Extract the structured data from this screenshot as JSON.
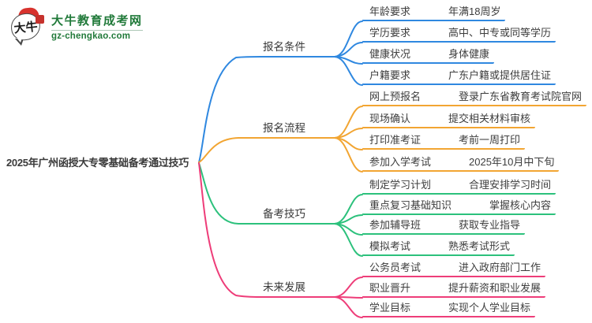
{
  "logo": {
    "icon_text": "大牛",
    "title": "大牛教育成考网",
    "domain": "gz-chengkao.com",
    "brand_color": "#217a3a",
    "icon_accent_color": "#d8332e"
  },
  "root": {
    "title": "2025年广州函授大专零基础备考通过技巧"
  },
  "branch_colors": {
    "enroll_conditions": "#2f88e0",
    "enroll_process": "#f2a532",
    "prep_tips": "#2cc17c",
    "future": "#ee3d79"
  },
  "branches": [
    {
      "label": "报名条件",
      "color": "#2f88e0",
      "children": [
        {
          "label": "年龄要求",
          "value": "年满18周岁"
        },
        {
          "label": "学历要求",
          "value": "高中、中专或同等学历"
        },
        {
          "label": "健康状况",
          "value": "身体健康"
        },
        {
          "label": "户籍要求",
          "value": "广东户籍或提供居住证"
        }
      ]
    },
    {
      "label": "报名流程",
      "color": "#f2a532",
      "children": [
        {
          "label": "网上预报名",
          "value": "登录广东省教育考试院官网"
        },
        {
          "label": "现场确认",
          "value": "提交相关材料审核"
        },
        {
          "label": "打印准考证",
          "value": "考前一周打印"
        },
        {
          "label": "参加入学考试",
          "value": "2025年10月中下旬"
        }
      ]
    },
    {
      "label": "备考技巧",
      "color": "#2cc17c",
      "children": [
        {
          "label": "制定学习计划",
          "value": "合理安排学习时间"
        },
        {
          "label": "重点复习基础知识",
          "value": "掌握核心内容"
        },
        {
          "label": "参加辅导班",
          "value": "获取专业指导"
        },
        {
          "label": "模拟考试",
          "value": "熟悉考试形式"
        }
      ]
    },
    {
      "label": "未来发展",
      "color": "#ee3d79",
      "children": [
        {
          "label": "公务员考试",
          "value": "进入政府部门工作"
        },
        {
          "label": "职业晋升",
          "value": "提升薪资和职业发展"
        },
        {
          "label": "学业目标",
          "value": "实现个人学业目标"
        }
      ]
    }
  ]
}
